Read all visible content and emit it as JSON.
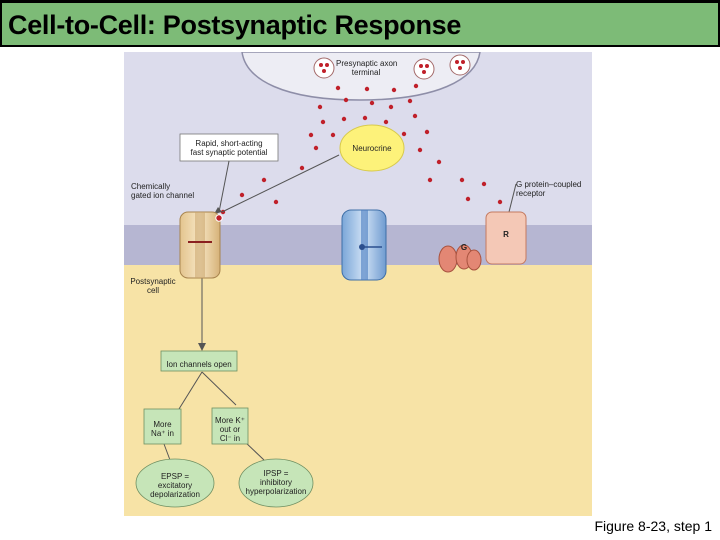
{
  "title": "Cell-to-Cell: Postsynaptic Response",
  "caption": "Figure 8-23, step 1",
  "labels": {
    "presynaptic": [
      "Presynaptic axon",
      "terminal"
    ],
    "neurocrine": "Neurocrine",
    "rapid": [
      "Rapid, short-acting",
      "fast synaptic potential"
    ],
    "chem_channel": [
      "Chemically",
      "gated ion channel"
    ],
    "gpcr": [
      "G protein–coupled",
      "receptor"
    ],
    "receptor_r": "R",
    "gprotein_g": "G",
    "postsynaptic": [
      "Postsynaptic",
      "cell"
    ],
    "ion_open": "Ion channels open",
    "more_na": [
      "More",
      "Na⁺ in"
    ],
    "more_k": [
      "More K⁺",
      "out or",
      "Cl⁻ in"
    ],
    "epsp": [
      "EPSP =",
      "excitatory",
      "depolarization"
    ],
    "ipsp": [
      "IPSP =",
      "inhibitory",
      "hyperpolarization"
    ]
  },
  "colors": {
    "title_bg": "#7dbb77",
    "extracellular": "#dcdcec",
    "membrane": "#b6b6d2",
    "cytoplasm": "#f7e3a6",
    "box_green": "#c6e5b8",
    "neurocrine_yellow": "#fdf27a",
    "dot_red": "#c0202a"
  }
}
